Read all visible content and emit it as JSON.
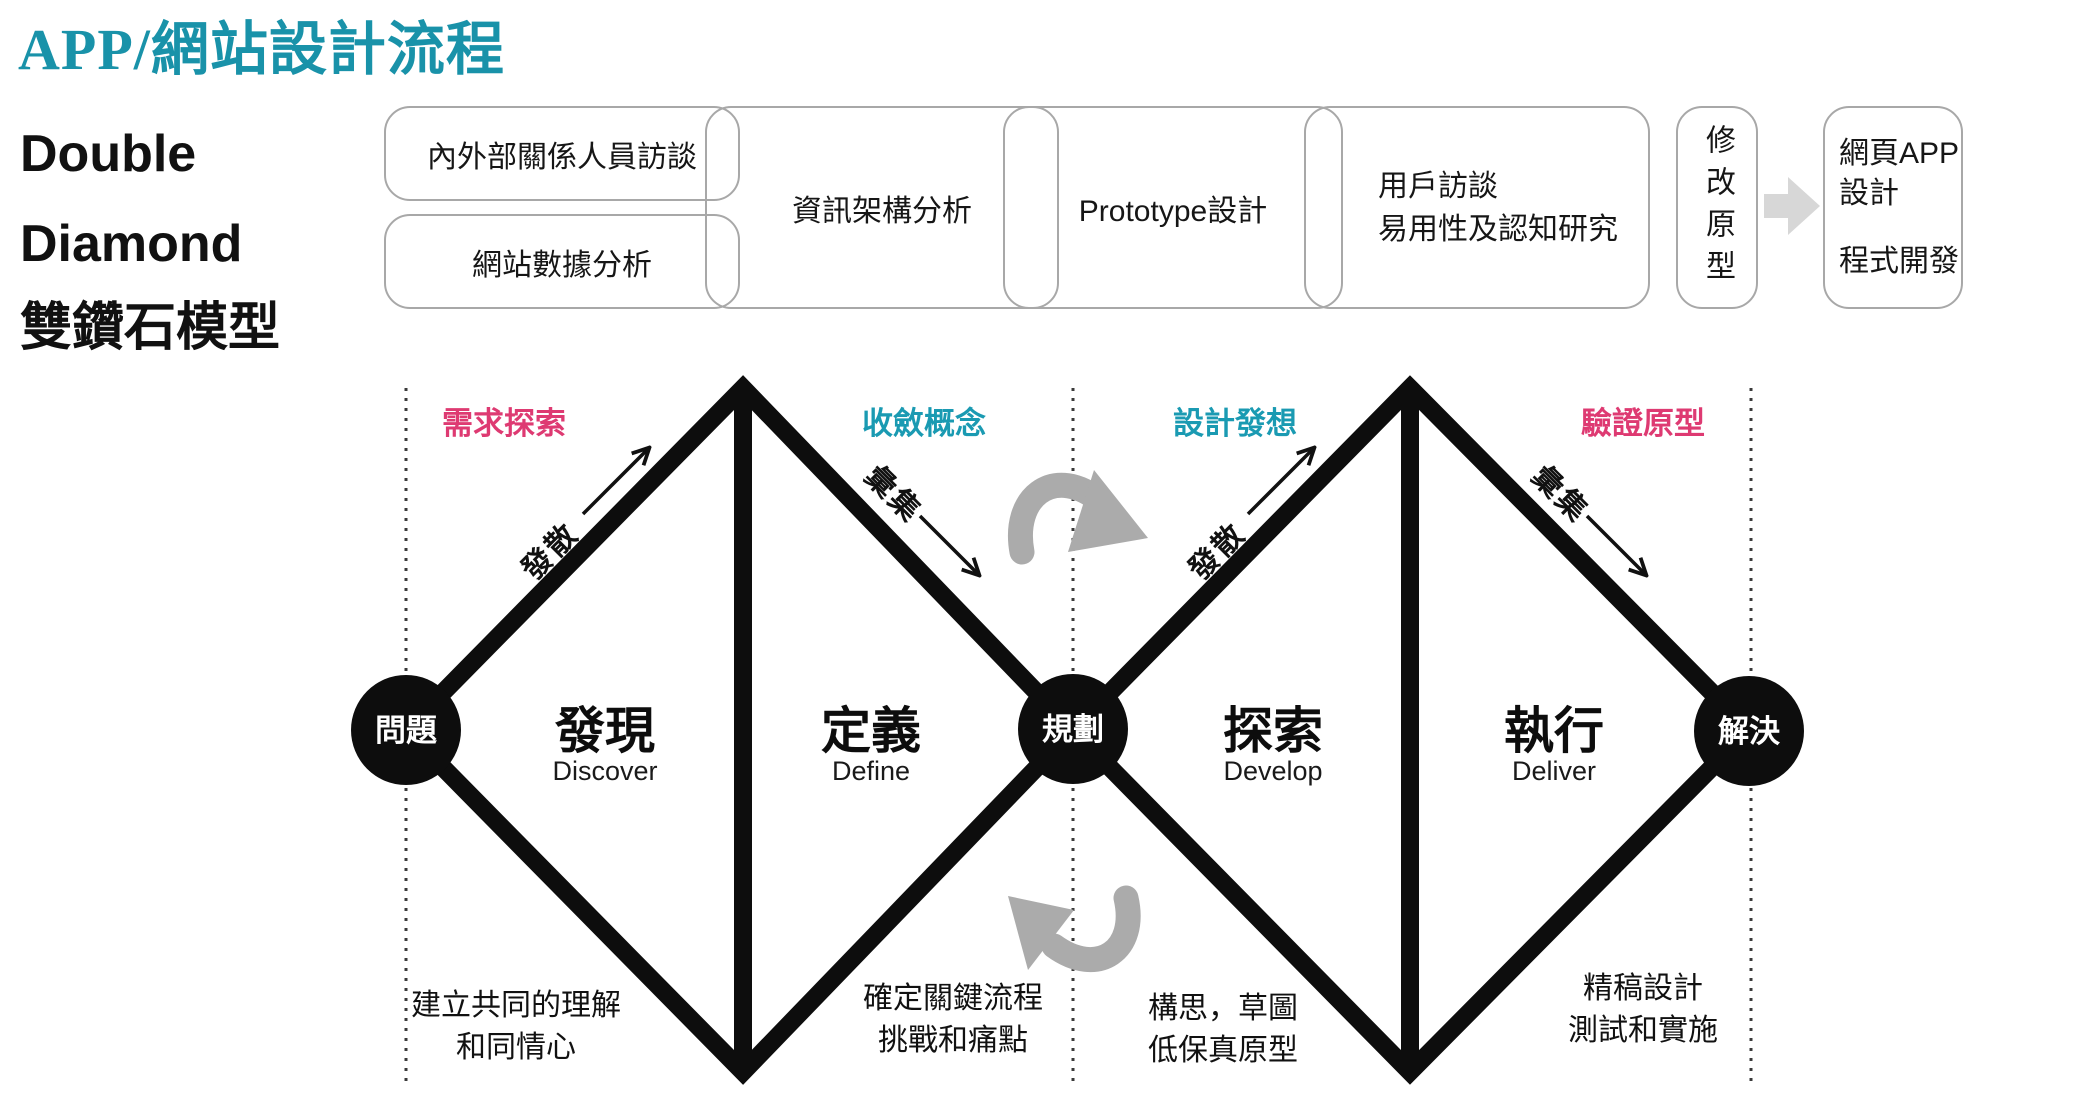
{
  "title": "APP/網站設計流程",
  "subtitle": {
    "line1": "Double",
    "line2": "Diamond",
    "line3": "雙鑽石模型"
  },
  "colors": {
    "title_teal": "#1992a9",
    "phase_teal": "#1a9ab2",
    "phase_pink": "#de3a72",
    "diagram_black": "#0d0d0d",
    "swoosh_gray": "#ababab",
    "block_arrow_gray": "#d7d7d7",
    "box_border_gray": "#a8a8a8"
  },
  "process_row": {
    "box1": {
      "label": "內外部關係人員訪談"
    },
    "box2": {
      "label": "網站數據分析"
    },
    "box3": {
      "label": "資訊架構分析"
    },
    "box4": {
      "label": "Prototype設計"
    },
    "box5": {
      "line1": "用戶訪談",
      "line2": "易用性及認知研究"
    },
    "box6": {
      "label": "修改原型"
    },
    "box7": {
      "line1": "網頁APP",
      "line2": "設計",
      "line3": "程式開發"
    }
  },
  "diamond": {
    "phases": [
      {
        "label": "需求探索"
      },
      {
        "label": "收斂概念"
      },
      {
        "label": "設計發想"
      },
      {
        "label": "驗證原型"
      }
    ],
    "edge_labels": {
      "d1_left": "發散",
      "d1_right": "彙集",
      "d2_left": "發散",
      "d2_right": "彙集"
    },
    "nodes": {
      "start": "問題",
      "middle": "規劃",
      "end": "解決"
    },
    "stages": [
      {
        "zh": "發現",
        "en": "Discover"
      },
      {
        "zh": "定義",
        "en": "Define"
      },
      {
        "zh": "探索",
        "en": "Develop"
      },
      {
        "zh": "執行",
        "en": "Deliver"
      }
    ],
    "notes": [
      {
        "line1": "建立共同的理解",
        "line2": "和同情心"
      },
      {
        "line1": "確定關鍵流程",
        "line2": "挑戰和痛點"
      },
      {
        "line1": "構思，草圖",
        "line2": "低保真原型"
      },
      {
        "line1": "精稿設計",
        "line2": "測試和實施"
      }
    ]
  }
}
